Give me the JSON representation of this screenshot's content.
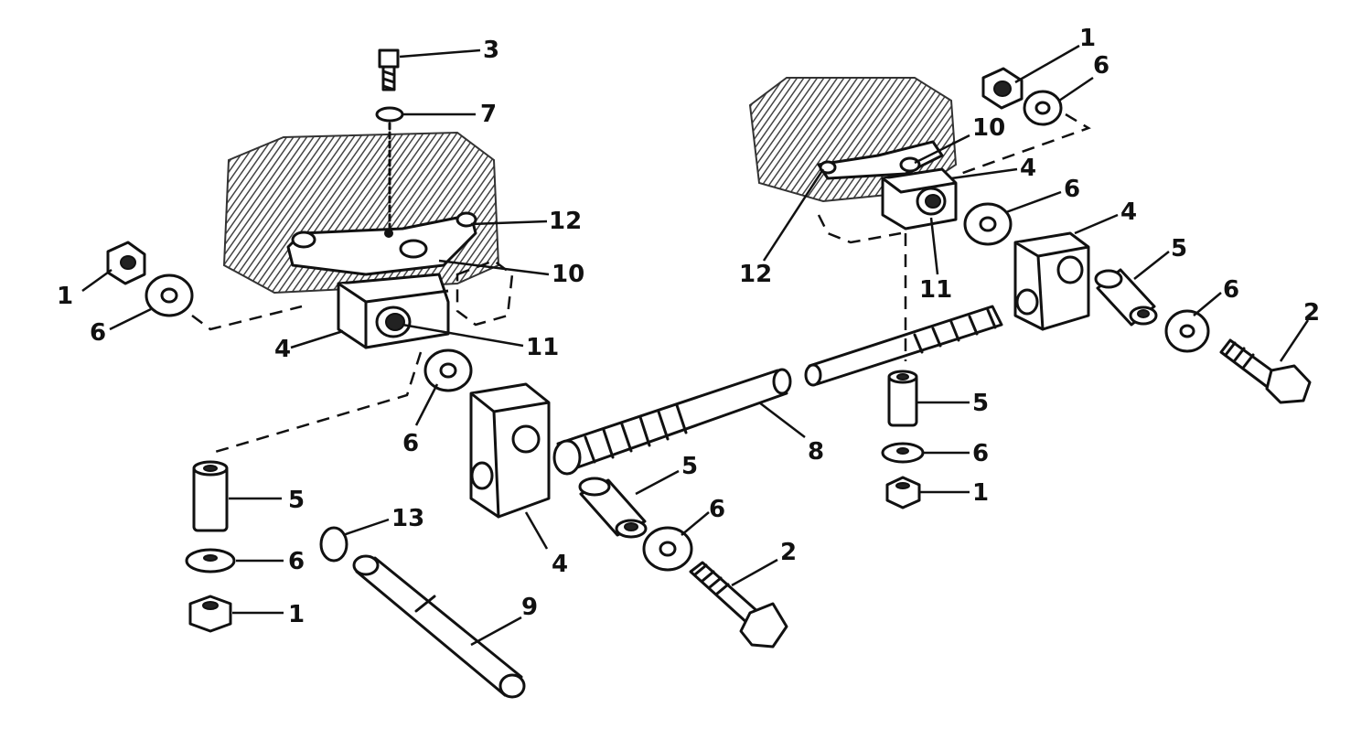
{
  "callouts": {
    "c3": "3",
    "c7": "7",
    "c12a": "12",
    "c10a": "10",
    "c11a": "11",
    "c1a": "1",
    "c6a": "6",
    "c4a": "4",
    "c6b": "6",
    "c5a": "5",
    "c6c": "6",
    "c1b": "1",
    "c13": "13",
    "c9": "9",
    "c4b": "4",
    "c5b": "5",
    "c6d": "6",
    "c2a": "2",
    "c8": "8",
    "c1c": "1",
    "c6e": "6",
    "c10b": "10",
    "c4c": "4",
    "c6f": "6",
    "c4d": "4",
    "c12b": "12",
    "c11b": "11",
    "c5c": "5",
    "c6g": "6",
    "c2b": "2",
    "c5d": "5",
    "c6h": "6",
    "c1d": "1"
  },
  "colors": {
    "ink": "#111111",
    "paper": "#ffffff",
    "hatch": "#555555"
  }
}
